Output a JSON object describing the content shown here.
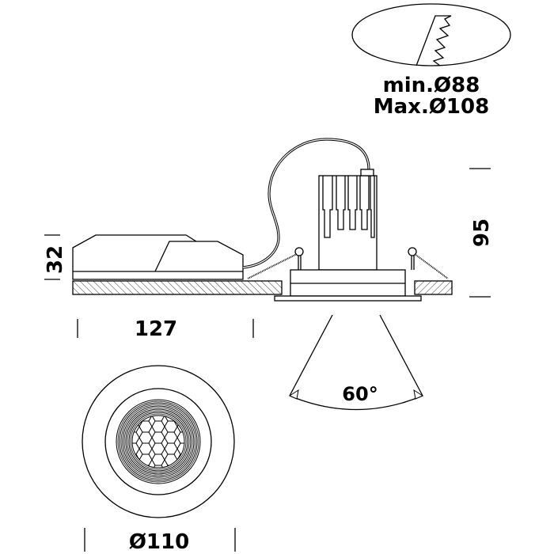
{
  "cutout": {
    "min_label": "min.Ø88",
    "max_label": "Max.Ø108"
  },
  "dimensions": {
    "height_total": "95",
    "driver_height": "32",
    "driver_length": "127",
    "beam_angle": "60°",
    "diameter": "Ø110"
  },
  "colors": {
    "line": "#000000",
    "background": "#ffffff"
  }
}
